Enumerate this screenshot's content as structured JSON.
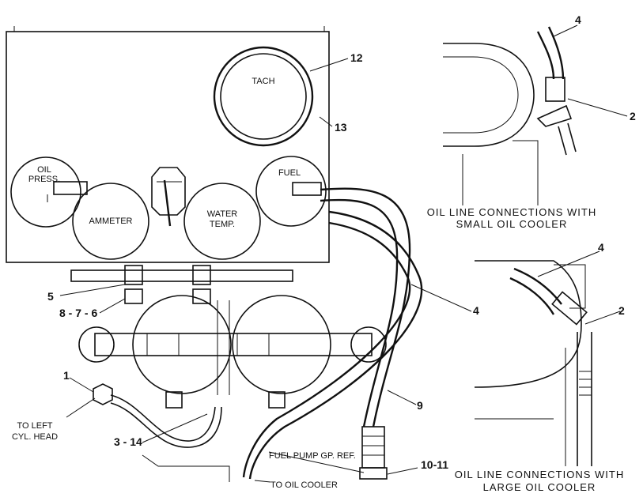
{
  "gauges": {
    "tach": "TACH",
    "oil_press_line1": "OIL",
    "oil_press_line2": "PRESS.",
    "ammeter": "AMMETER",
    "water_temp_line1": "WATER",
    "water_temp_line2": "TEMP.",
    "fuel": "FUEL"
  },
  "callouts": {
    "c12": "12",
    "c13": "13",
    "c4_top": "4",
    "c2_top": "2",
    "c4_mid": "4",
    "c2_mid": "2",
    "c4_main": "4",
    "c5": "5",
    "c876": "8 - 7 - 6",
    "c1": "1",
    "c314": "3 - 14",
    "c9": "9",
    "c1011": "10-11"
  },
  "labels": {
    "to_left_line1": "TO LEFT",
    "to_left_line2": "CYL. HEAD",
    "fuel_pump": "FUEL PUMP GP. REF.",
    "to_oil_cooler": "TO OIL COOLER",
    "small_cooler_line1": "OIL LINE CONNECTIONS WITH",
    "small_cooler_line2": "SMALL OIL COOLER",
    "large_cooler_line1": "OIL LINE CONNECTIONS WITH",
    "large_cooler_line2": "LARGE OIL COOLER"
  }
}
